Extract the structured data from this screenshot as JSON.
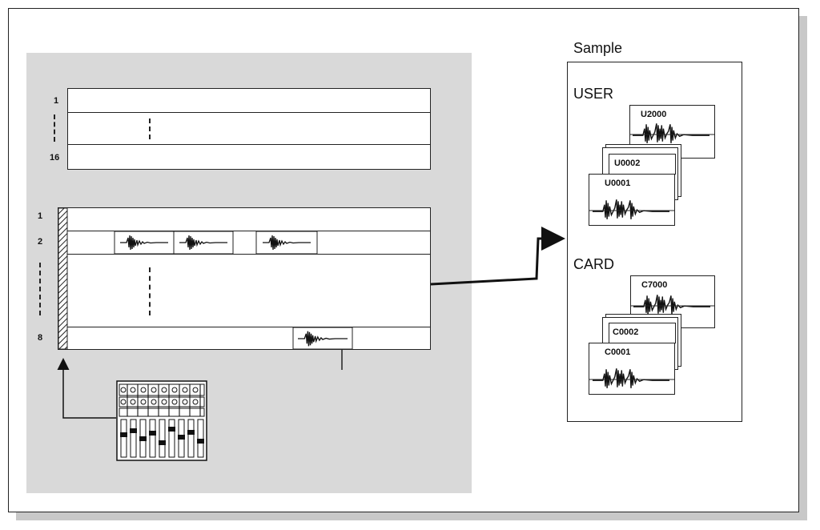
{
  "sequence": {
    "track_labels": [
      "1",
      "16"
    ],
    "lane_labels": [
      "1",
      "2",
      "8"
    ]
  },
  "sample": {
    "title": "Sample",
    "user": {
      "label": "USER",
      "cards": [
        "U2000",
        "U0002",
        "U0001"
      ]
    },
    "card": {
      "label": "CARD",
      "cards": [
        "C7000",
        "C0002",
        "C0001"
      ]
    }
  },
  "icons": [
    "waveform-icon",
    "mixer-icon",
    "arrow-icon"
  ]
}
